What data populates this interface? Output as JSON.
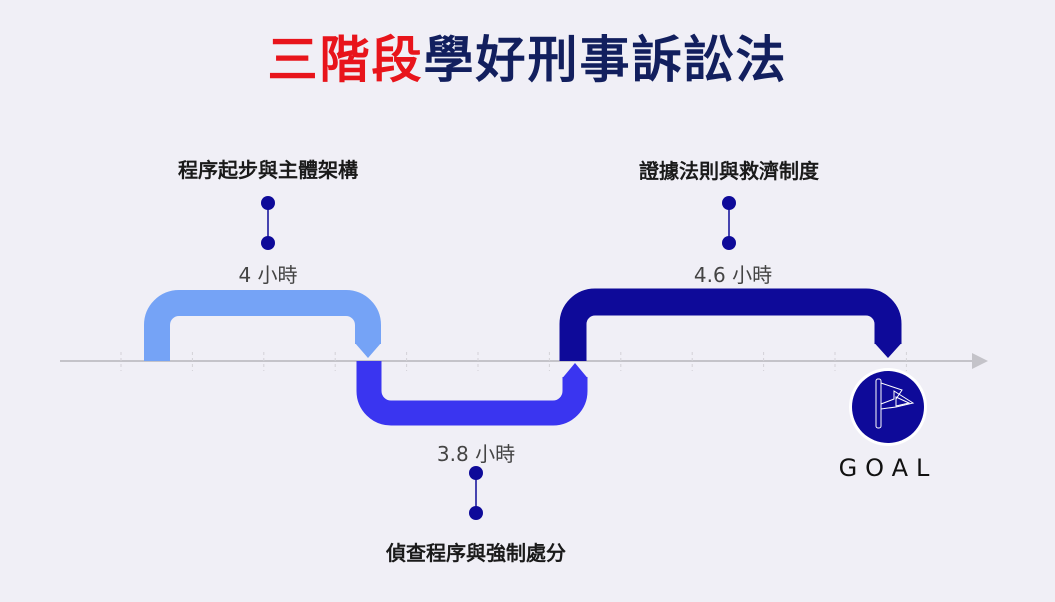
{
  "title": {
    "highlight": "三階段",
    "rest": "學好刑事訴訟法"
  },
  "stages": [
    {
      "label": "程序起步與主體架構",
      "hours": "4 小時",
      "color": "#75A3F6"
    },
    {
      "label": "偵查程序與強制處分",
      "hours": "3.8 小時",
      "color": "#3A35F0"
    },
    {
      "label": "證據法則與救濟制度",
      "hours": "4.6 小時",
      "color": "#0E0A99"
    }
  ],
  "goal": {
    "label": "GOAL",
    "icon": "flag-icon"
  },
  "colors": {
    "title_highlight": "#E8141B",
    "title_main": "#121F5E",
    "dot": "#0E0A99",
    "axis": "#C4C3C9"
  }
}
